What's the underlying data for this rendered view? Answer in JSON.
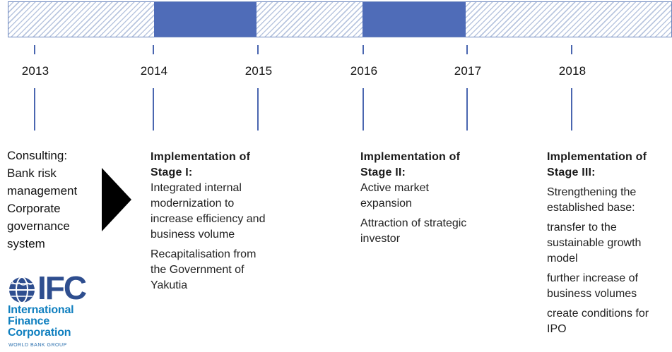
{
  "timeline": {
    "segments": [
      "hatched",
      "solid",
      "hatched",
      "solid",
      "hatched"
    ],
    "years": [
      "2013",
      "2014",
      "2015",
      "2016",
      "2017",
      "2018"
    ],
    "colors": {
      "solid": "#4f6cb8",
      "hatch": "#b9c6df",
      "tick": "#4a66b0"
    }
  },
  "consulting": {
    "lines": [
      "Consulting:",
      "Bank risk",
      "management",
      "Corporate",
      "governance",
      "system"
    ]
  },
  "stages": [
    {
      "heading": [
        "Implementation of",
        "Stage I:"
      ],
      "paragraphs": [
        [
          "Integrated internal",
          "modernization to",
          "increase efficiency and",
          "business volume"
        ],
        [
          "Recapitalisation from",
          "the Government of",
          "Yakutia"
        ]
      ]
    },
    {
      "heading": [
        "Implementation of",
        "Stage II:"
      ],
      "paragraphs": [
        [
          "Active market",
          "expansion"
        ],
        [
          "Attraction of strategic",
          "investor"
        ]
      ]
    },
    {
      "heading": [
        "Implementation of",
        "Stage III:"
      ],
      "paragraphs": [
        [
          "Strengthening the",
          "established base:"
        ],
        [
          "transfer to the",
          "sustainable growth",
          "model"
        ],
        [
          "further increase of",
          "business volumes"
        ],
        [
          "create conditions for",
          "IPO"
        ]
      ]
    }
  ],
  "logo": {
    "acronym": "IFC",
    "lines": [
      "International",
      "Finance",
      "Corporation"
    ],
    "group": "WORLD BANK GROUP",
    "color": "#2e4e8f"
  },
  "icons": {
    "arrow": "play-triangle-icon",
    "globe": "globe-icon"
  }
}
